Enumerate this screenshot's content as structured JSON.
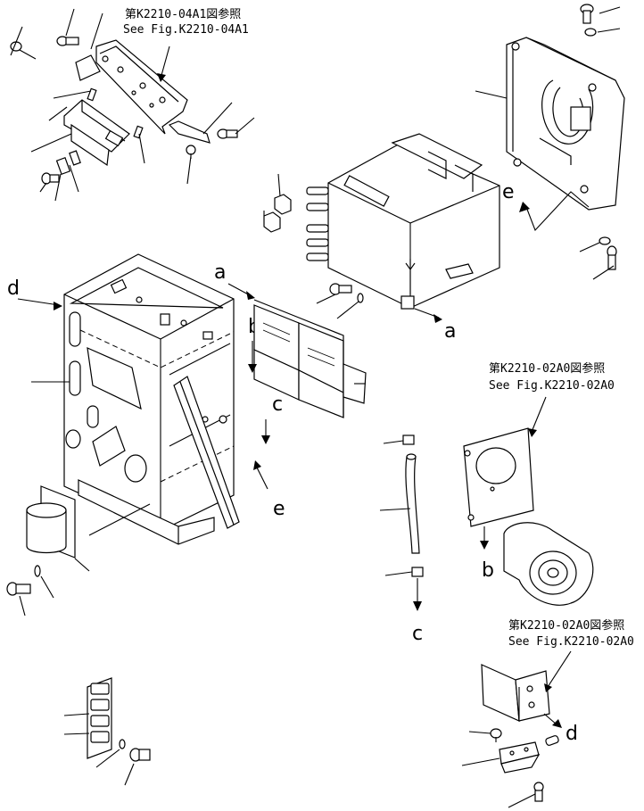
{
  "references": [
    {
      "jp": "第K2210-04A1図参照",
      "en": "See Fig.K2210-04A1"
    },
    {
      "jp": "第K2210-02A0図参照",
      "en": "See Fig.K2210-02A0"
    },
    {
      "jp": "第K2210-02A0図参照",
      "en": "See Fig.K2210-02A0"
    }
  ],
  "letters": {
    "a1": "a",
    "a2": "a",
    "b1": "b",
    "b2": "b",
    "c1": "c",
    "c2": "c",
    "d1": "d",
    "d2": "d",
    "e1": "e",
    "e2": "e"
  }
}
